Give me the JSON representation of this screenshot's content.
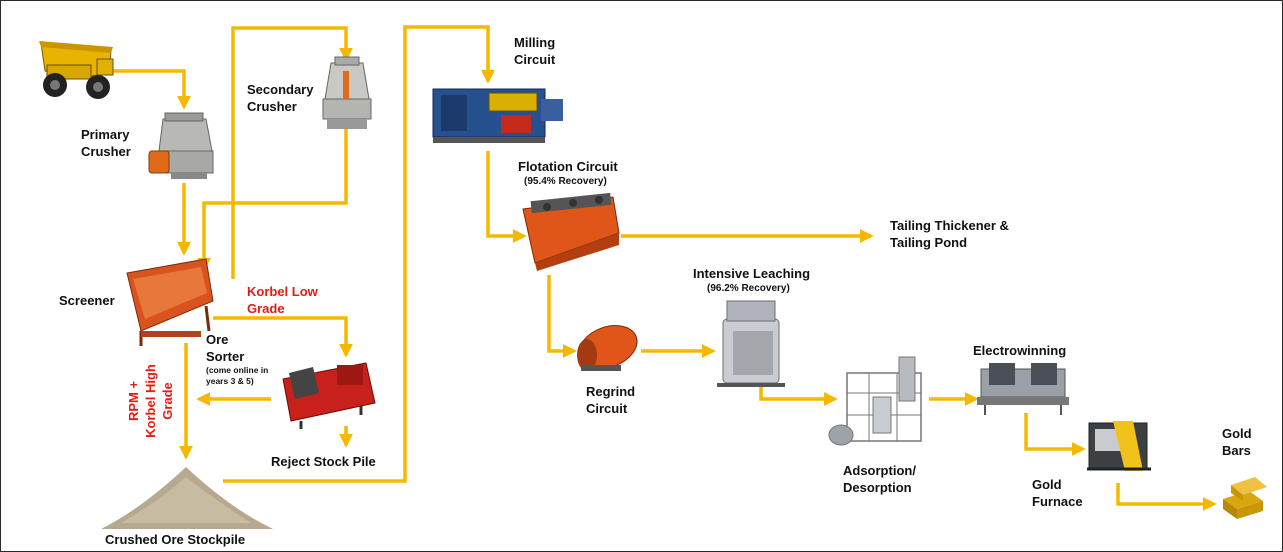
{
  "colors": {
    "arrow": "#f5b800",
    "label": "#111111",
    "highlight": "#e41b13",
    "frame": "#2a2a2a"
  },
  "icons": [
    "haul-truck-icon",
    "primary-crusher-icon",
    "secondary-crusher-icon",
    "screener-icon",
    "ore-sorter-icon",
    "stockpile-icon",
    "milling-circuit-icon",
    "flotation-cell-icon",
    "regrind-mill-icon",
    "leach-reactor-icon",
    "adsorption-plant-icon",
    "electrowinning-icon",
    "gold-furnace-icon",
    "gold-bars-icon"
  ],
  "labels": {
    "primary_crusher": [
      "Primary",
      "Crusher"
    ],
    "secondary_crusher": [
      "Secondary",
      "Crusher"
    ],
    "screener": "Screener",
    "korbel_low_grade": [
      "Korbel Low",
      "Grade"
    ],
    "ore_sorter": [
      "Ore",
      "Sorter"
    ],
    "ore_sorter_note": [
      "(come online in",
      "years 3 & 5)"
    ],
    "rpm_korbel_high_grade": [
      "RPM +",
      "Korbel High",
      "Grade"
    ],
    "reject_stock_pile": "Reject Stock Pile",
    "crushed_ore_stockpile": "Crushed Ore Stockpile",
    "milling_circuit": [
      "Milling",
      "Circuit"
    ],
    "flotation_circuit": "Flotation Circuit",
    "flotation_recovery": "(95.4% Recovery)",
    "tailing": [
      "Tailing Thickener &",
      "Tailing Pond"
    ],
    "intensive_leaching": "Intensive Leaching",
    "leaching_recovery": "(96.2% Recovery)",
    "regrind_circuit": [
      "Regrind",
      "Circuit"
    ],
    "adsorption_desorption": [
      "Adsorption/",
      "Desorption"
    ],
    "electrowinning": "Electrowinning",
    "gold_furnace": [
      "Gold",
      "Furnace"
    ],
    "gold_bars": [
      "Gold",
      "Bars"
    ]
  }
}
